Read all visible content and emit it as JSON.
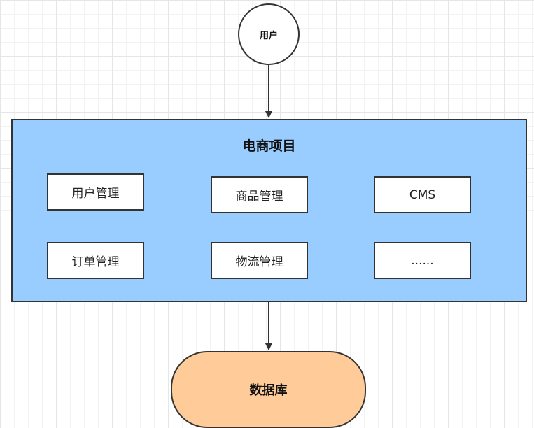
{
  "nodes": {
    "user": {
      "label": "用户"
    },
    "project": {
      "title": "电商项目",
      "modules": [
        "用户管理",
        "商品管理",
        "CMS",
        "订单管理",
        "物流管理",
        "......"
      ]
    },
    "database": {
      "label": "数据库"
    }
  },
  "edges": [
    {
      "from": "用户",
      "to": "电商项目"
    },
    {
      "from": "电商项目",
      "to": "数据库"
    }
  ],
  "colors": {
    "project_fill": "#99ccff",
    "database_fill": "#ffcc99",
    "stroke": "#333333",
    "grid": "#e6e6e6"
  }
}
